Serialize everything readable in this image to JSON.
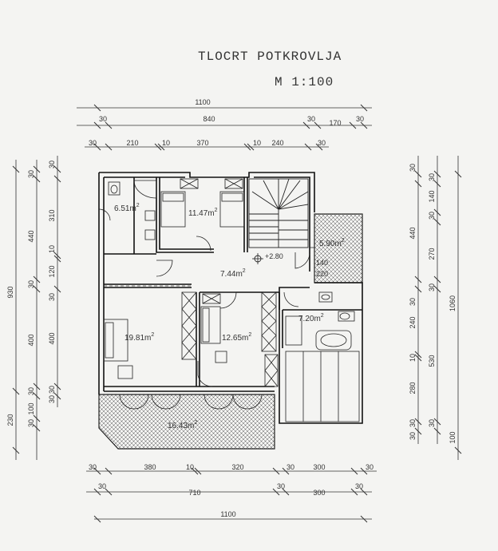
{
  "title": "TLOCRT POTKROVLJA",
  "scale": "M 1:100",
  "top_dims": {
    "overall": "1100",
    "row2": [
      "30",
      "840",
      "30",
      "170",
      "30"
    ],
    "row3": [
      "30",
      "210",
      "10",
      "370",
      "10",
      "240",
      "30"
    ]
  },
  "bottom_dims": {
    "row1": [
      "30",
      "380",
      "10",
      "320",
      "30",
      "300",
      "30"
    ],
    "row2": [
      "30",
      "710",
      "30",
      "300",
      "30"
    ],
    "overall": "1100"
  },
  "left_dims": {
    "overall_930": "930",
    "overall_230": "230",
    "col2": [
      "30",
      "440",
      "30",
      "400",
      "30",
      "100",
      "30"
    ],
    "col3": [
      "30",
      "310",
      "10",
      "120",
      "30",
      "400",
      "30",
      "30"
    ]
  },
  "right_dims": {
    "overall": "1060",
    "col1": [
      "30",
      "440",
      "30",
      "240",
      "10",
      "280",
      "30",
      "30"
    ],
    "col2": [
      "30",
      "140",
      "30",
      "270",
      "30",
      "530",
      "30",
      "100"
    ]
  },
  "rooms": [
    {
      "area": "6.51m",
      "sup": "2"
    },
    {
      "area": "11.47m",
      "sup": "2"
    },
    {
      "area": "5.90m",
      "sup": "2"
    },
    {
      "area": "7.44m",
      "sup": "2"
    },
    {
      "area": "7.20m",
      "sup": "2"
    },
    {
      "area": "19.81m",
      "sup": "2"
    },
    {
      "area": "12.65m",
      "sup": "2"
    },
    {
      "area": "16.43m",
      "sup": "2"
    }
  ],
  "level": "+2.80",
  "stair_labels": [
    "140",
    "220"
  ]
}
